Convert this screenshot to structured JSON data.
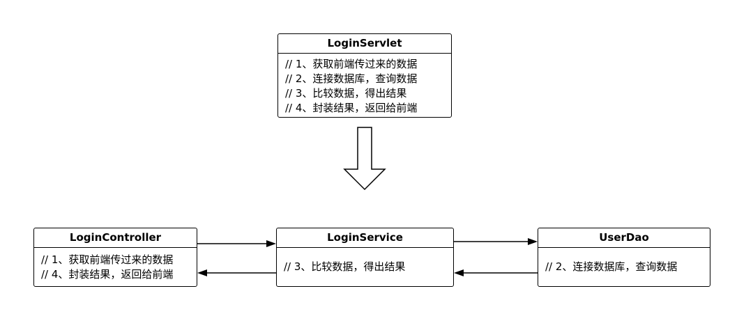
{
  "nodes": {
    "servlet": {
      "title": "LoginServlet",
      "lines": [
        "// 1、获取前端传过来的数据",
        "// 2、连接数据库，查询数据",
        "// 3、比较数据，得出结果",
        "// 4、封装结果，返回给前端"
      ]
    },
    "controller": {
      "title": "LoginController",
      "lines": [
        "// 1、获取前端传过来的数据",
        "// 4、封装结果，返回给前端"
      ]
    },
    "service": {
      "title": "LoginService",
      "lines": [
        "// 3、比较数据，得出结果"
      ]
    },
    "dao": {
      "title": "UserDao",
      "lines": [
        "// 2、连接数据库，查询数据"
      ]
    }
  },
  "colors": {
    "stroke": "#000000",
    "background": "#ffffff",
    "text": "#000000"
  }
}
